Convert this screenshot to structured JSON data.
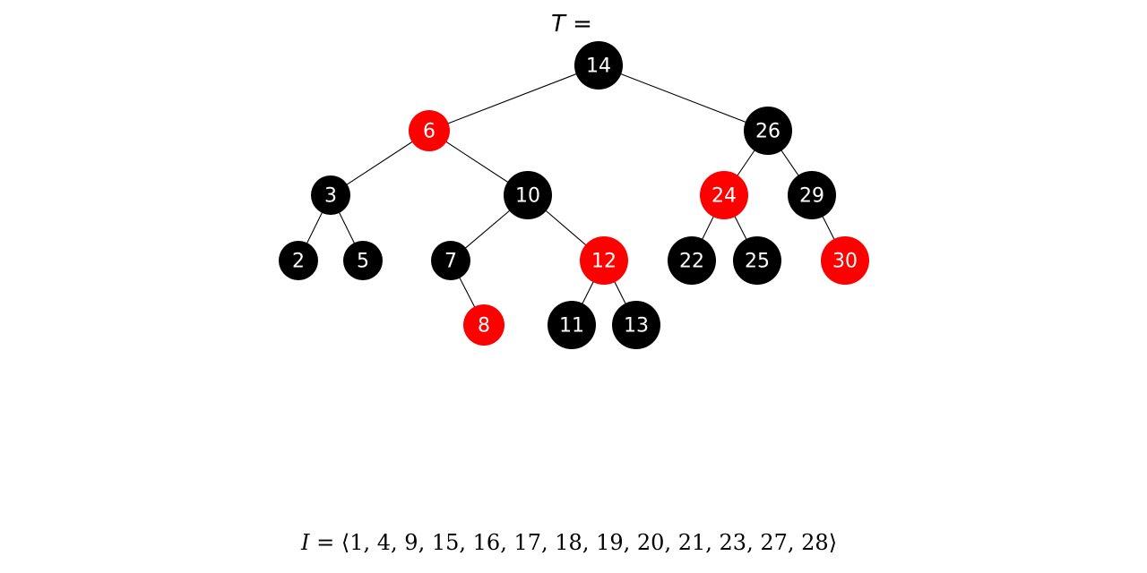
{
  "tree": {
    "title_symbol": "T",
    "title_relation": "=",
    "colors": {
      "red": "#ff0000",
      "black": "#000000",
      "label": "#ffffff"
    },
    "root": {
      "key": "14",
      "color": "black",
      "left": {
        "key": "6",
        "color": "red",
        "left": {
          "key": "3",
          "color": "black",
          "left": {
            "key": "2",
            "color": "black"
          },
          "right": {
            "key": "5",
            "color": "black"
          }
        },
        "right": {
          "key": "10",
          "color": "black",
          "left": {
            "key": "7",
            "color": "black",
            "right": {
              "key": "8",
              "color": "red"
            }
          },
          "right": {
            "key": "12",
            "color": "red",
            "left": {
              "key": "11",
              "color": "black"
            },
            "right": {
              "key": "13",
              "color": "black"
            }
          }
        }
      },
      "right": {
        "key": "26",
        "color": "black",
        "left": {
          "key": "24",
          "color": "red",
          "left": {
            "key": "22",
            "color": "black"
          },
          "right": {
            "key": "25",
            "color": "black"
          }
        },
        "right": {
          "key": "29",
          "color": "black",
          "right": {
            "key": "30",
            "color": "red"
          }
        }
      }
    }
  },
  "insertion_sequence": {
    "symbol": "I",
    "relation": "=",
    "open": "⟨",
    "close": "⟩",
    "values": [
      "1",
      "4",
      "9",
      "15",
      "16",
      "17",
      "18",
      "19",
      "20",
      "21",
      "23",
      "27",
      "28"
    ]
  }
}
